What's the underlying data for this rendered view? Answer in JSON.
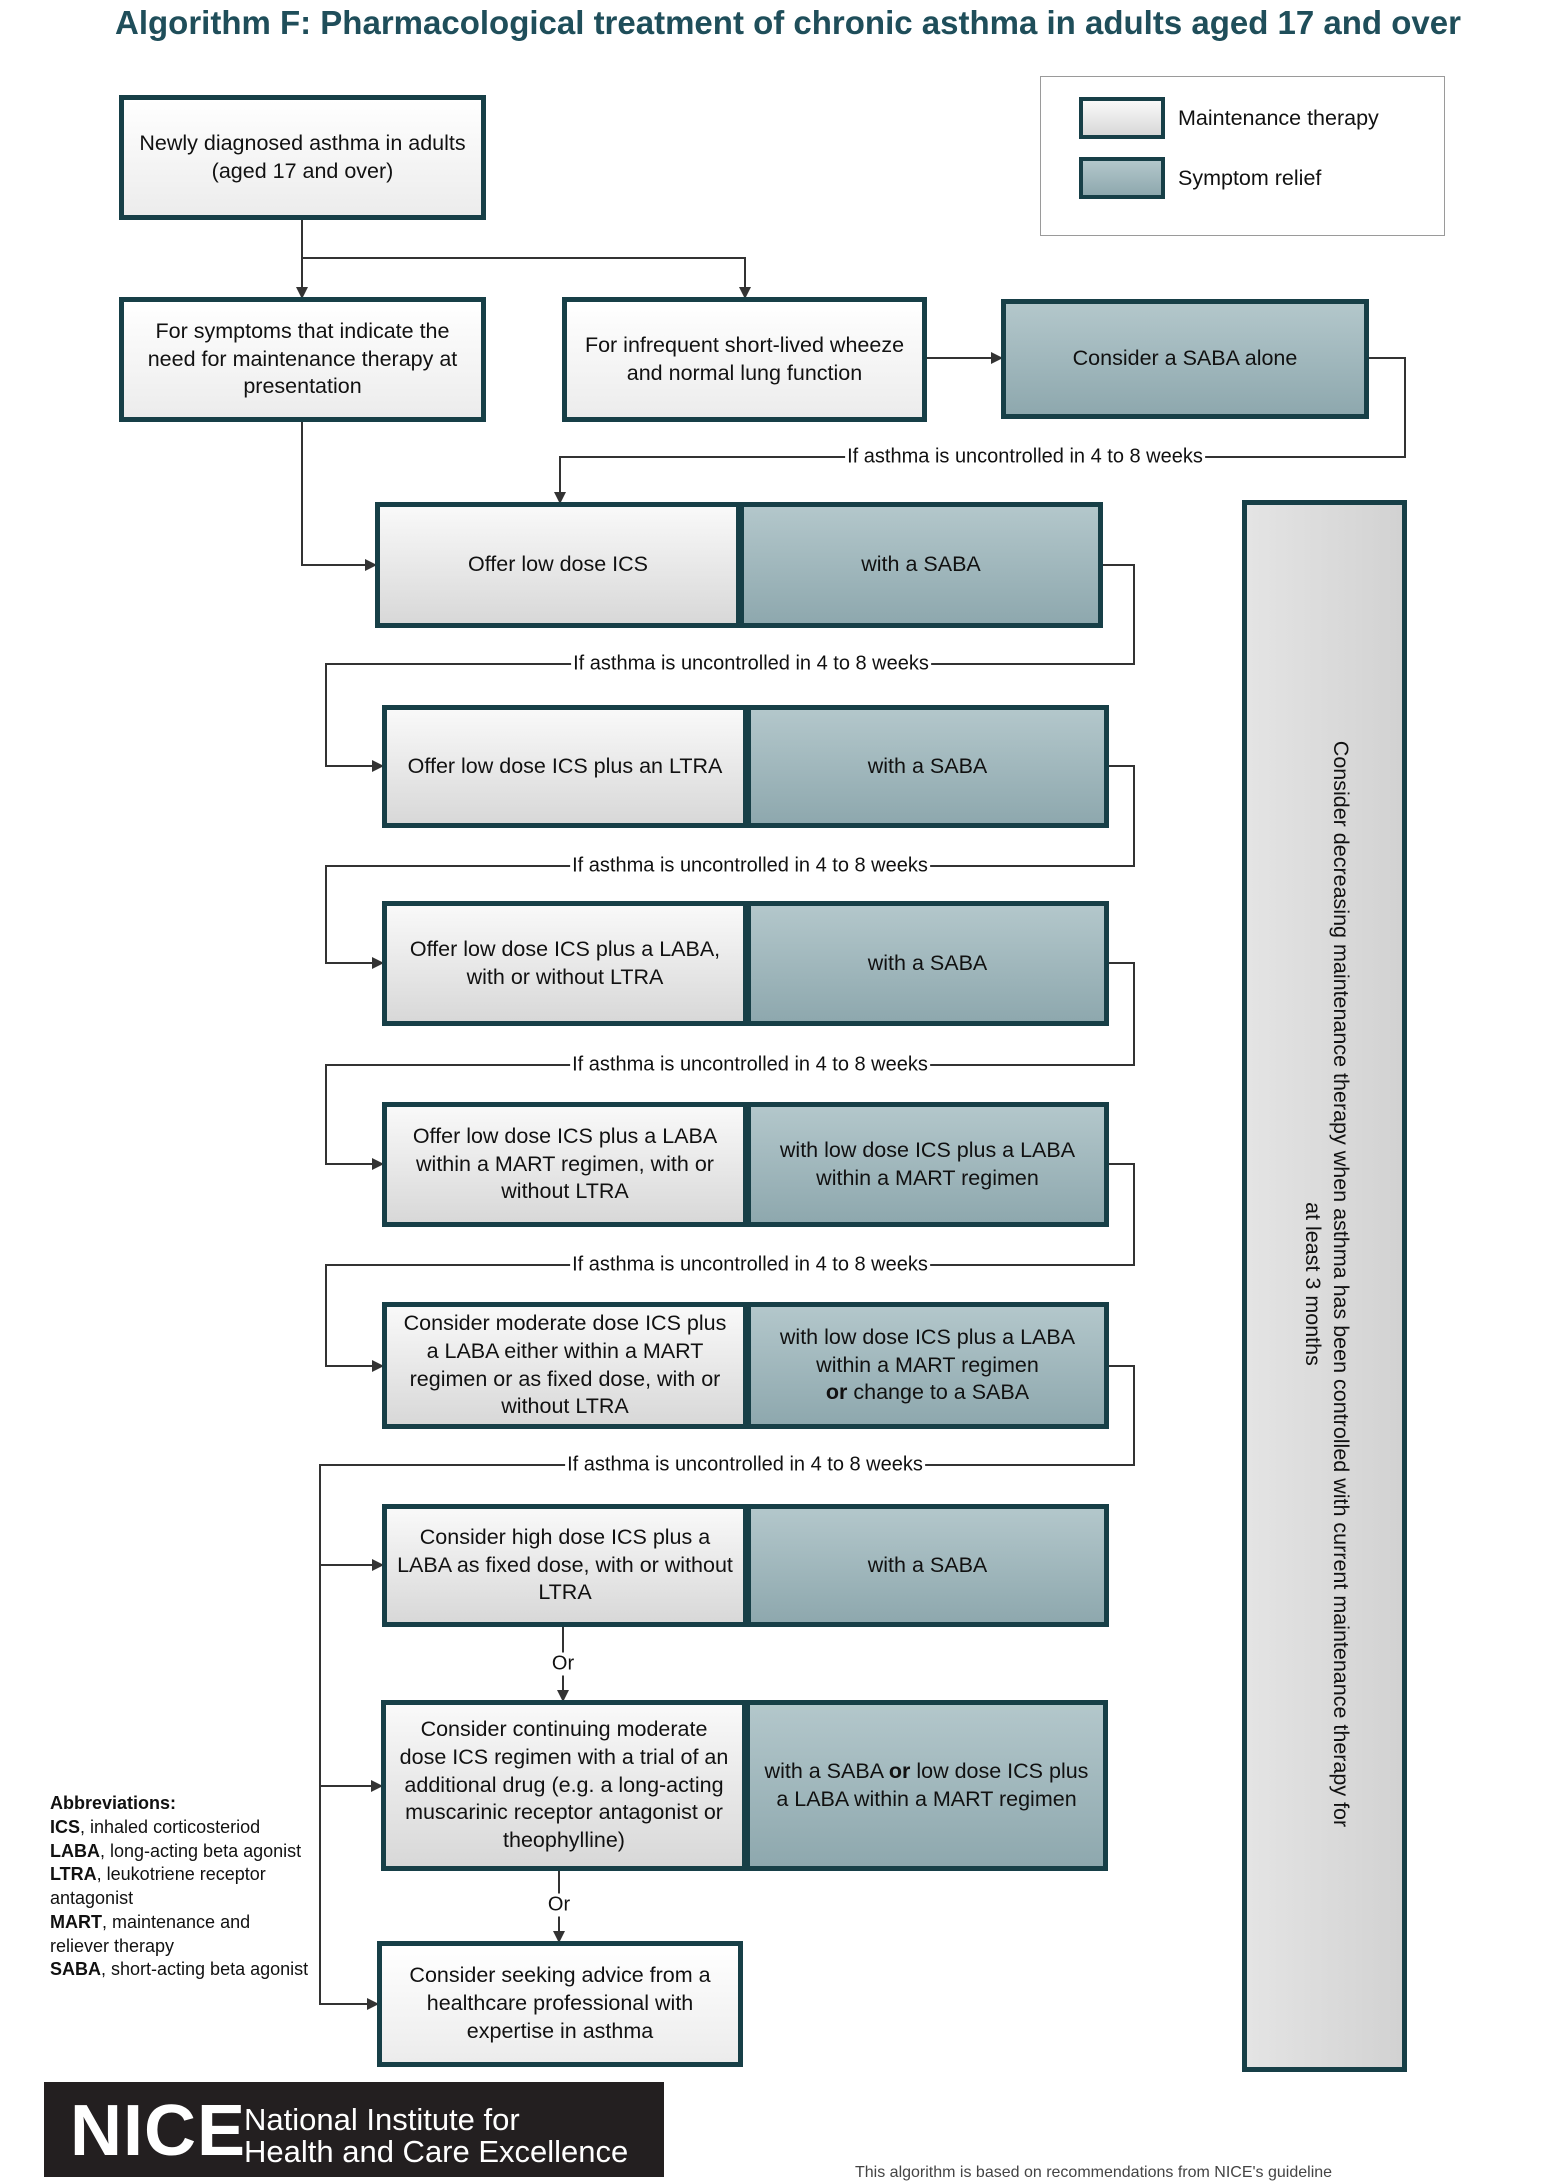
{
  "title": "Algorithm F: Pharmacological treatment of chronic asthma in adults aged 17 and over",
  "legend": {
    "maintenance": "Maintenance therapy",
    "relief": "Symptom relief"
  },
  "start": {
    "newly_diagnosed": "Newly diagnosed asthma in adults (aged 17 and over)",
    "symptoms_maintenance": "For symptoms that indicate the need for maintenance therapy at presentation",
    "infrequent_wheeze": "For infrequent short-lived wheeze and normal lung function",
    "saba_alone": "Consider a SABA alone"
  },
  "condition": "If asthma is uncontrolled in 4 to 8 weeks",
  "or_label": "Or",
  "steps": [
    {
      "maint": "Offer low dose ICS",
      "relief": "with a SABA"
    },
    {
      "maint": "Offer low dose ICS plus an LTRA",
      "relief": "with a SABA"
    },
    {
      "maint": "Offer low dose ICS plus a LABA, with or without LTRA",
      "relief": "with a SABA"
    },
    {
      "maint": "Offer low dose ICS plus a LABA within a MART regimen, with or without LTRA",
      "relief": "with low dose ICS plus a LABA within a MART regimen"
    },
    {
      "maint": "Consider moderate dose ICS plus a LABA either within a MART regimen or as fixed dose, with or without LTRA",
      "relief_a": "with low dose ICS plus a LABA within a MART regimen",
      "relief_or": "or",
      "relief_b": "change to a SABA"
    },
    {
      "maint": "Consider high dose ICS plus a LABA as fixed dose, with or without LTRA",
      "relief": "with a SABA"
    },
    {
      "maint": "Consider continuing moderate dose ICS regimen with a trial of an additional drug (e.g. a long-acting muscarinic receptor antagonist or theophylline)",
      "relief_a": "with a SABA",
      "relief_or": "or",
      "relief_b": "low dose ICS plus a LABA within a MART regimen"
    }
  ],
  "advice": "Consider seeking advice from a healthcare professional with expertise in asthma",
  "step_down": "Consider decreasing maintenance therapy when asthma has been controlled with current maintenance therapy for at least 3 months",
  "abbreviations": {
    "heading": "Abbreviations:",
    "items": [
      {
        "abbr": "ICS",
        "text": ", inhaled corticosteriod"
      },
      {
        "abbr": "LABA",
        "text": ", long-acting beta agonist"
      },
      {
        "abbr": "LTRA",
        "text": ", leukotriene receptor antagonist"
      },
      {
        "abbr": "MART",
        "text": ", maintenance and reliever therapy"
      },
      {
        "abbr": "SABA",
        "text": ", short-acting beta agonist"
      }
    ]
  },
  "footer": {
    "logo_word": "NICE",
    "org_line1": "National Institute for",
    "org_line2": "Health and Care Excellence",
    "note": "This algorithm is based on recommendations from NICE's guideline"
  },
  "colors": {
    "title": "#1f4e5a",
    "border": "#173f47",
    "maintenance_fill": "#e0e0e0",
    "relief_fill": "#9fb5ba",
    "connector": "#333333"
  }
}
